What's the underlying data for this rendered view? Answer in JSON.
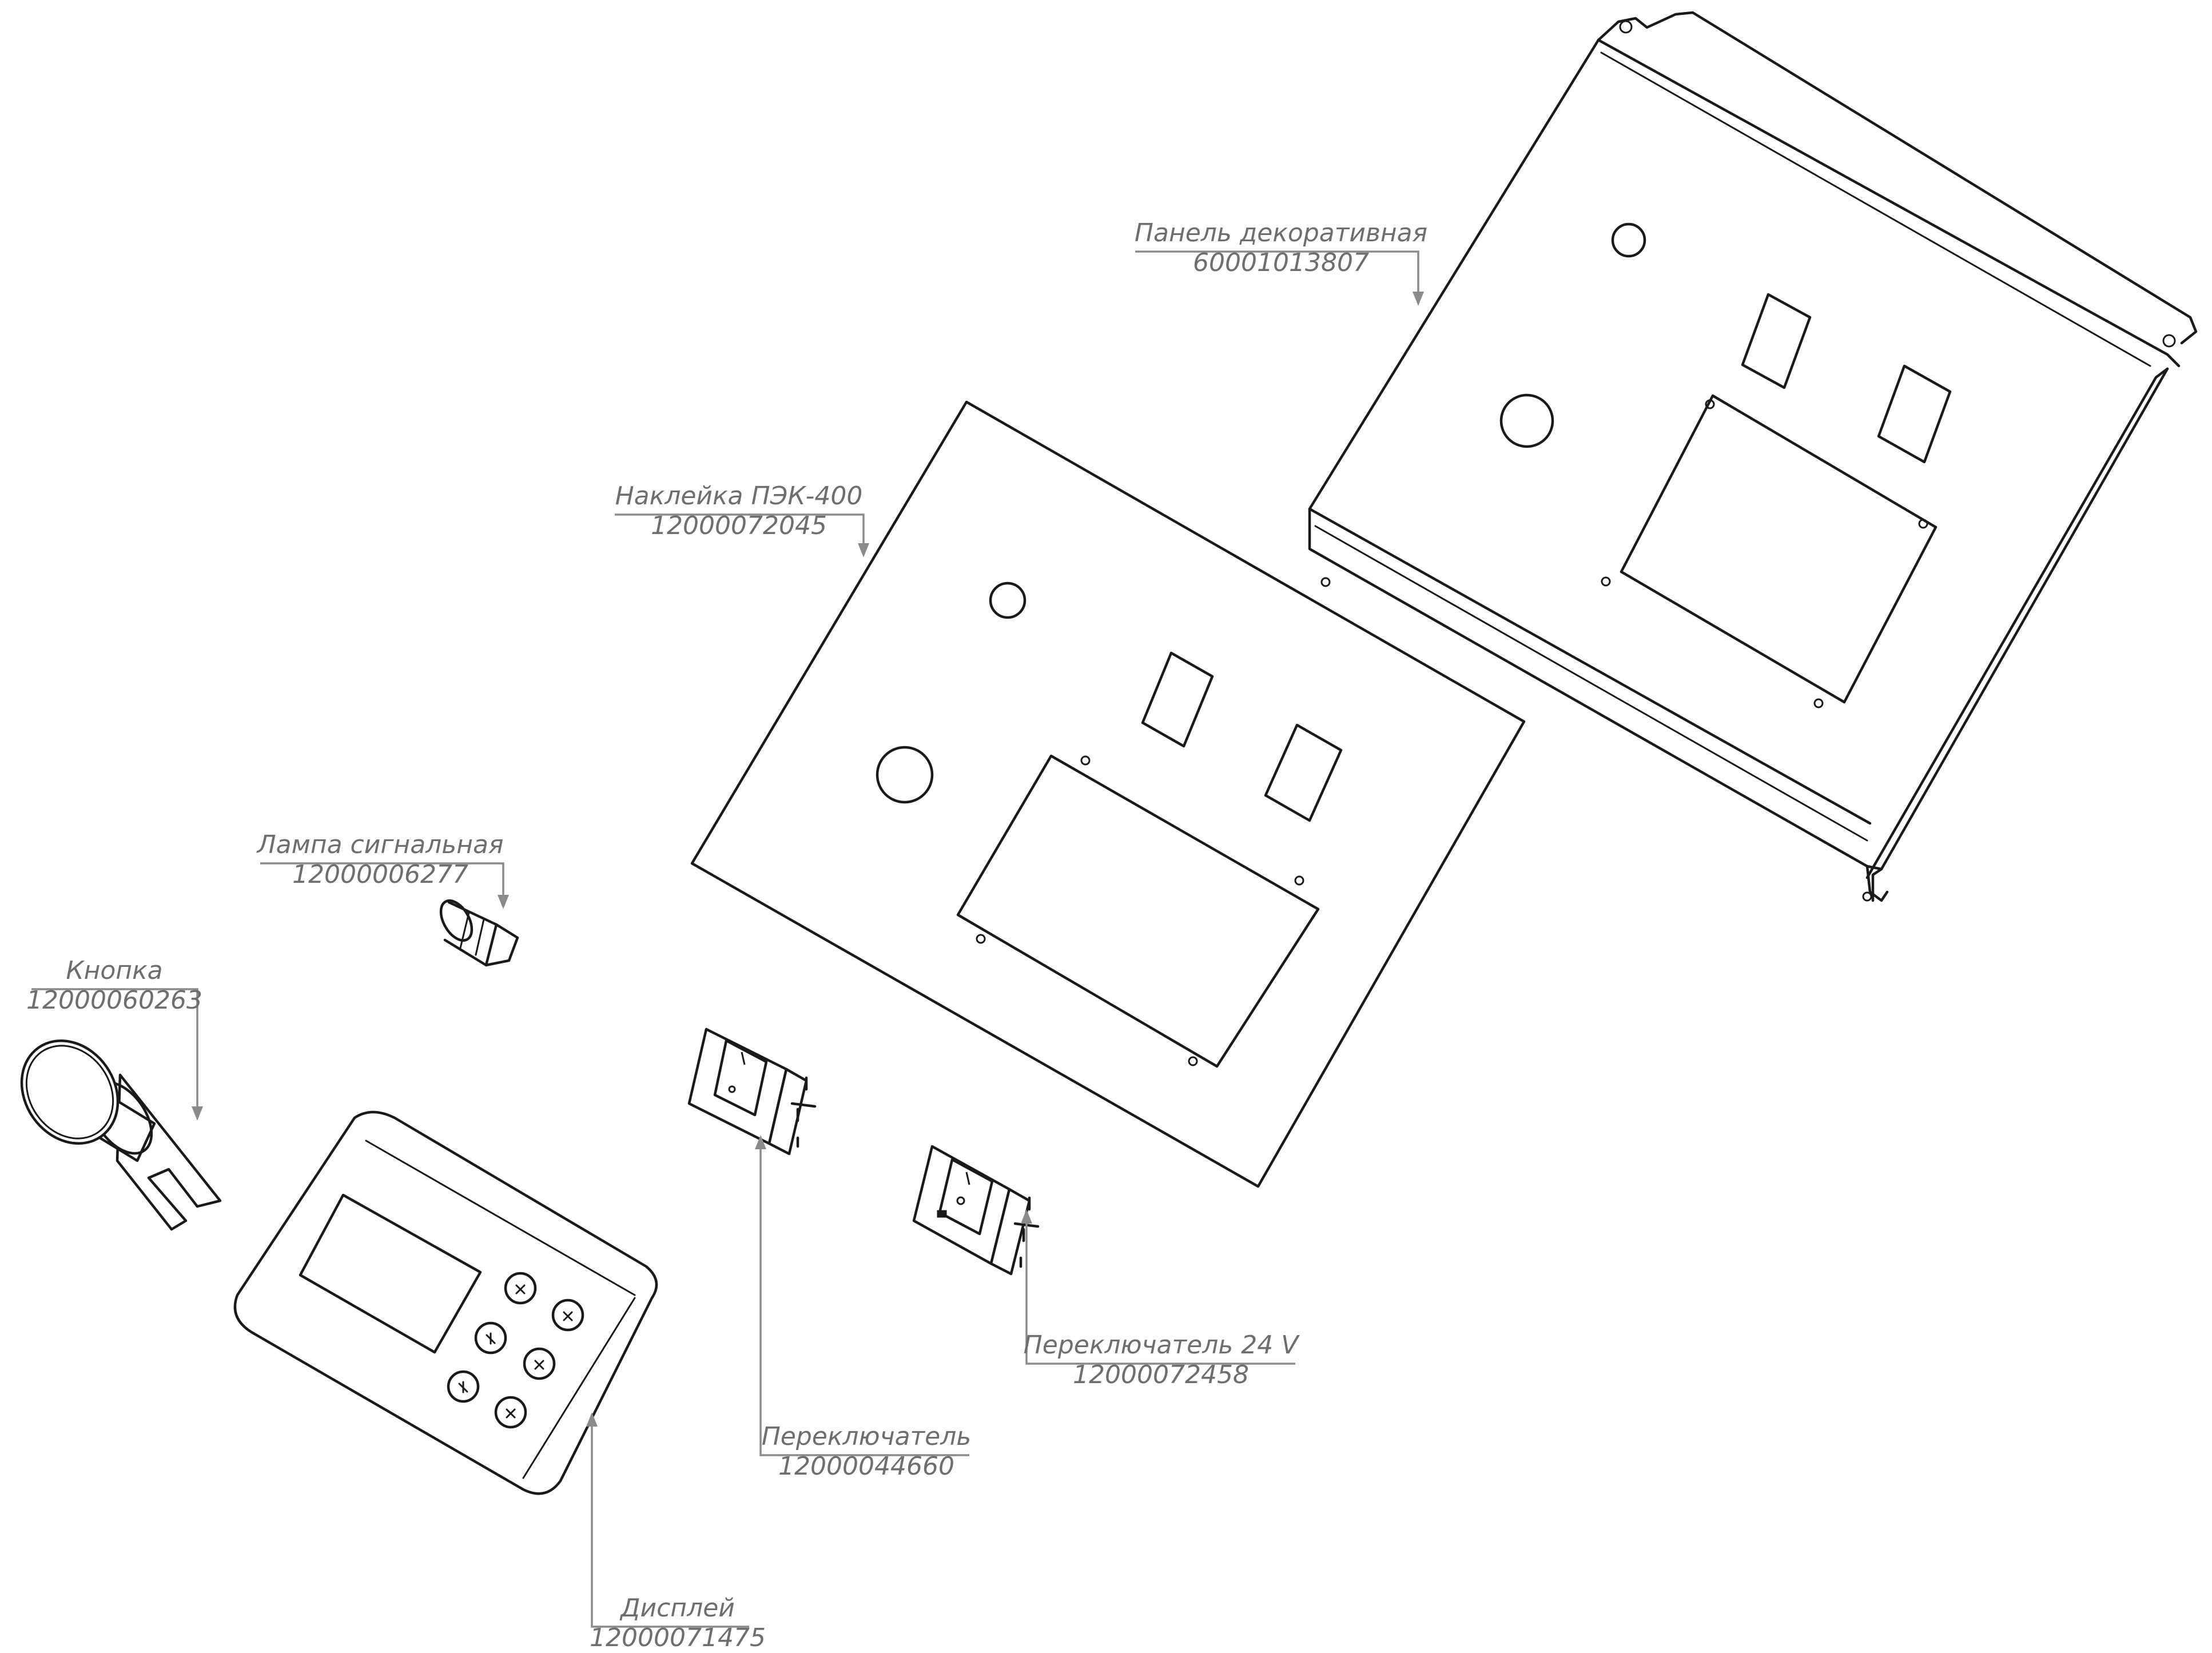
{
  "drawing": {
    "callouts": [
      {
        "id": "panel",
        "name": "Панель декоративная",
        "code": "60001013807"
      },
      {
        "id": "sticker",
        "name": "Наклейка ПЭК-400",
        "code": "12000072045"
      },
      {
        "id": "lamp",
        "name": "Лампа сигнальная",
        "code": "12000006277"
      },
      {
        "id": "button",
        "name": "Кнопка",
        "code": "12000060263"
      },
      {
        "id": "switch24",
        "name": "Переключатель 24 V",
        "code": "12000072458"
      },
      {
        "id": "switch",
        "name": "Переключатель",
        "code": "12000044660"
      },
      {
        "id": "display",
        "name": "Дисплей",
        "code": "12000071475"
      }
    ]
  }
}
